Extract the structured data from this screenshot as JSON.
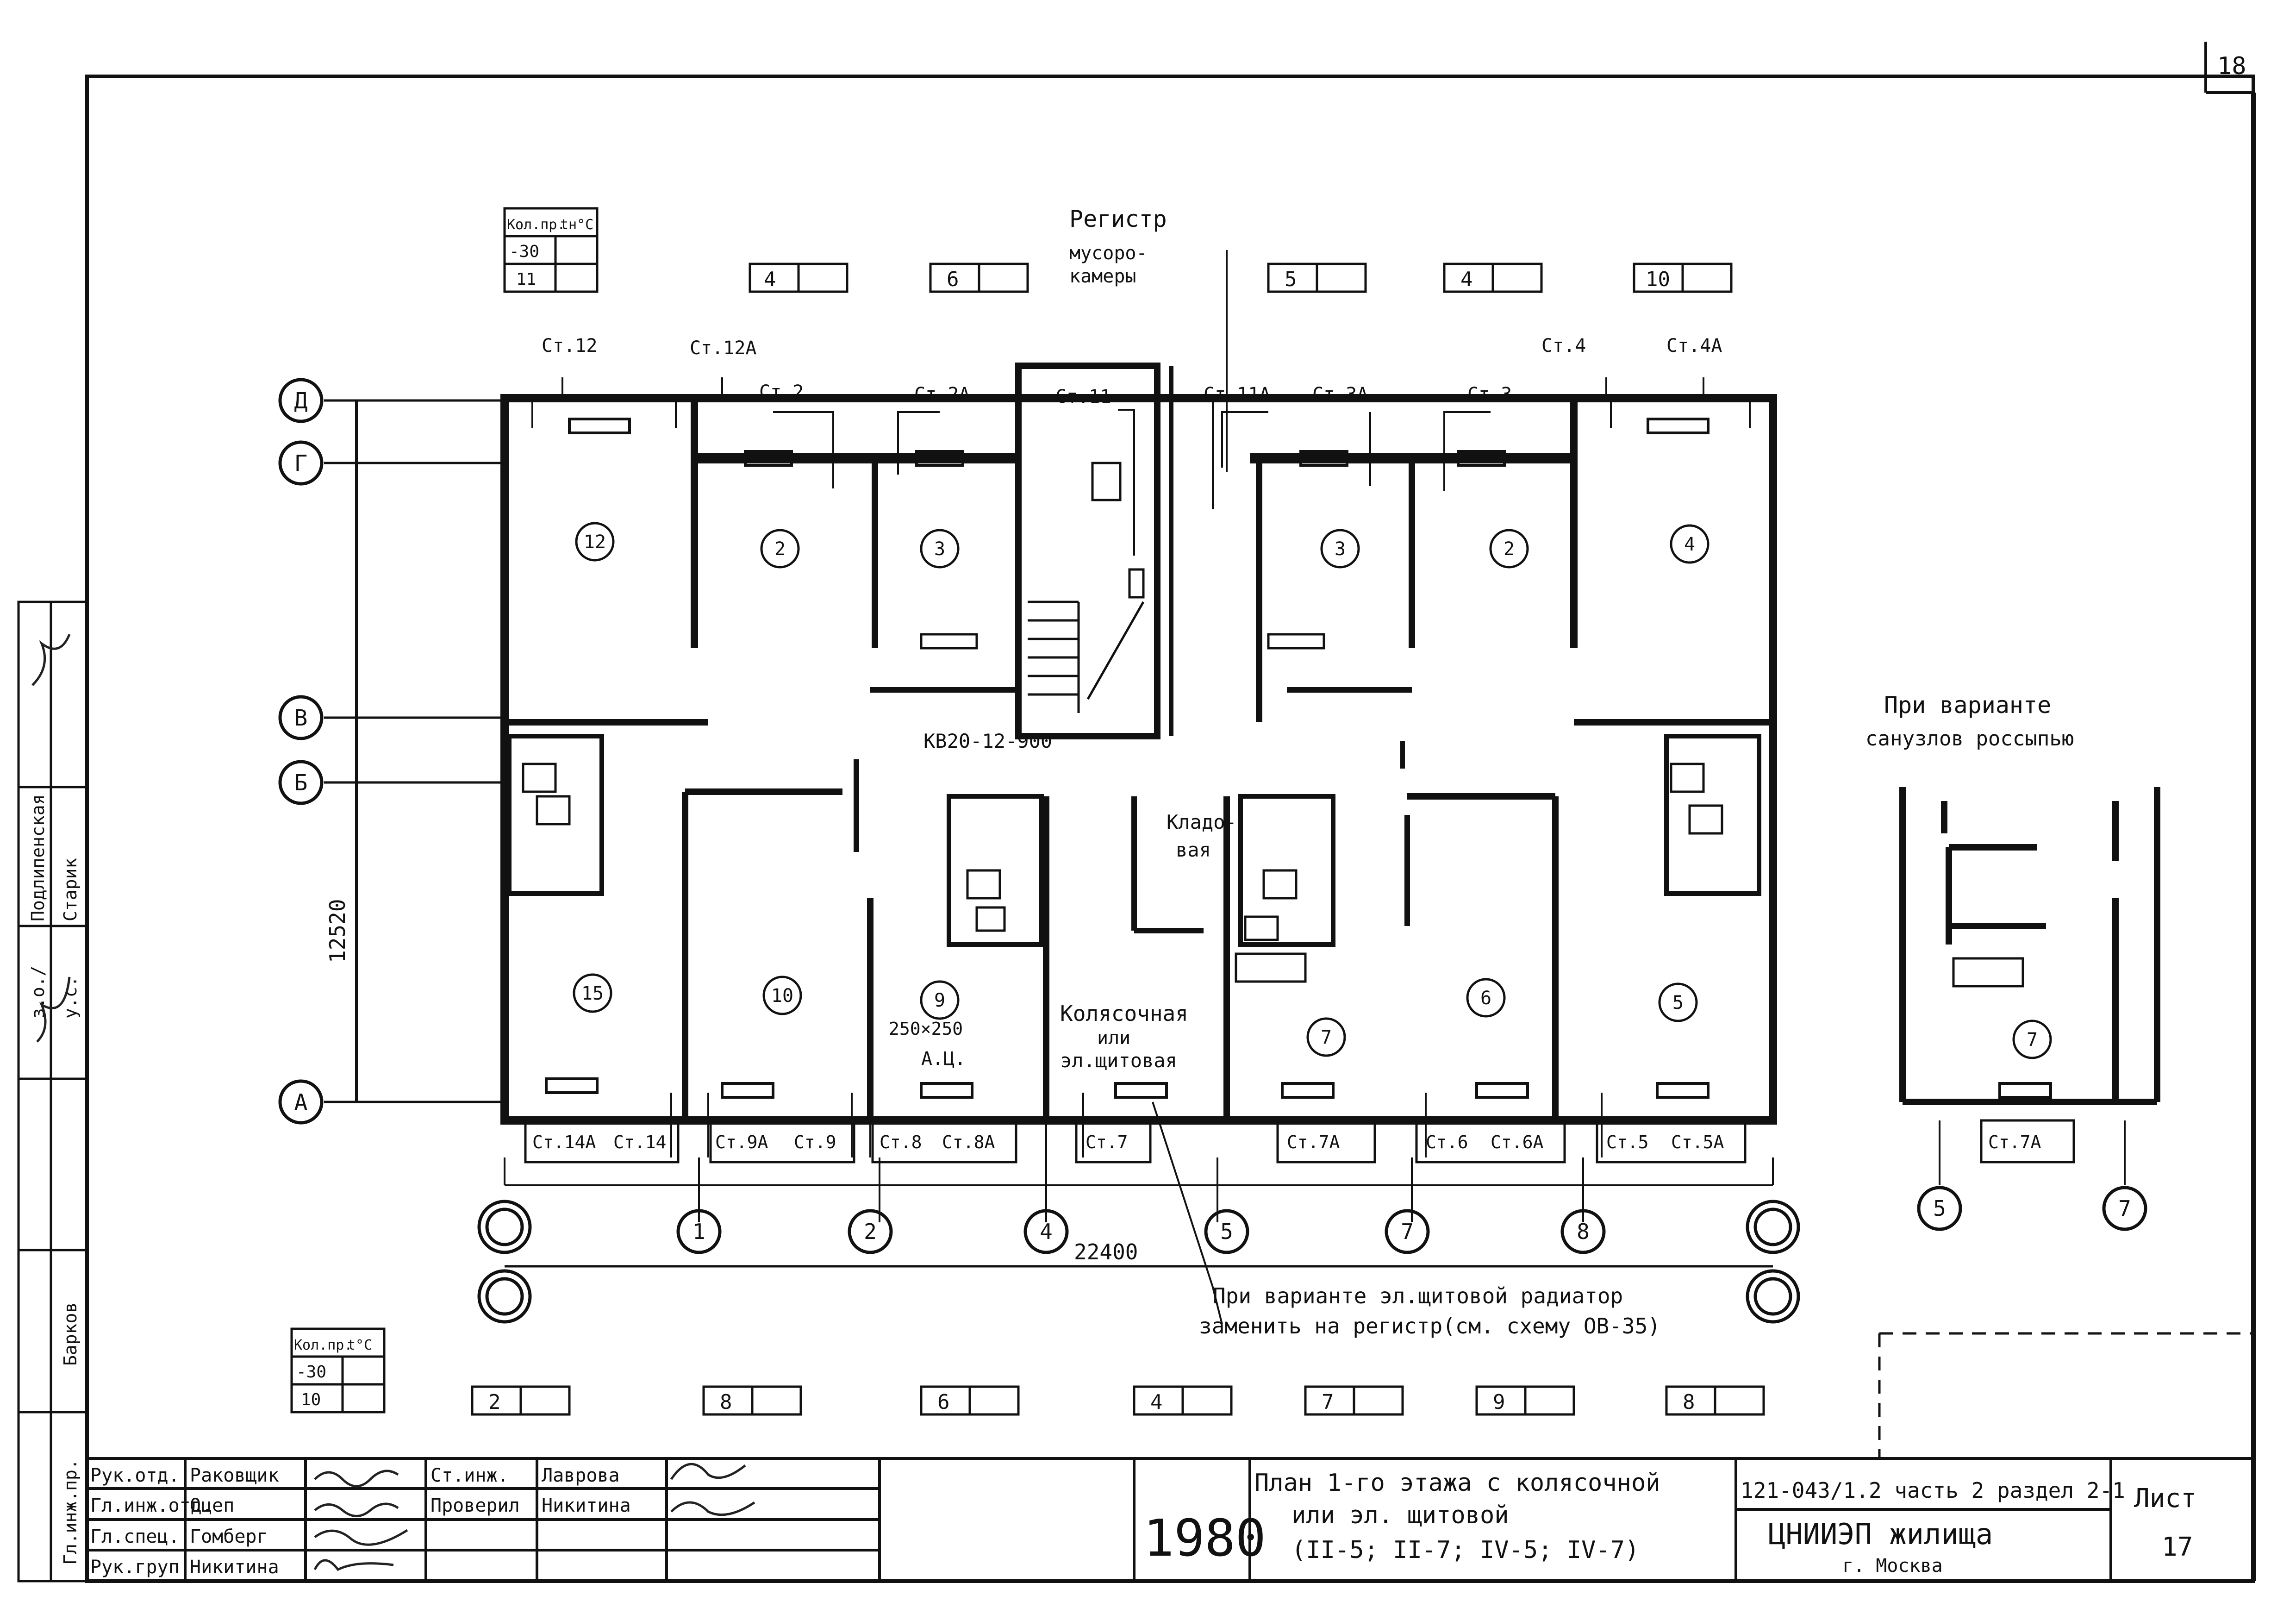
{
  "sheet_corner_number": "18",
  "register_label": {
    "line1": "Регистр",
    "line2": "мусоро-",
    "line3": "камеры"
  },
  "stair_label": "КВ20-12-900",
  "storage_label": {
    "line1": "Кладо-",
    "line2": "вая"
  },
  "stroller_label": {
    "line1": "Колясочная",
    "line2": "или",
    "line3": "эл.щитовая"
  },
  "duct_label": {
    "size": "250×250",
    "name": "А.Ц."
  },
  "dimension_height": "12520",
  "dimension_width": "22400",
  "note_text": {
    "line1": "При варианте эл.щитовой радиатор",
    "line2": "заменить на регистр(см. схему ОВ-35)"
  },
  "variant_title": {
    "line1": "При варианте",
    "line2": "санузлов россыпью"
  },
  "temp_table_top": {
    "h1": "Кол.пр.",
    "h2": "tн°С",
    "temp": "-30",
    "count": "11"
  },
  "temp_table_bottom": {
    "h1": "Кол.пр.",
    "h2": "t°С",
    "temp": "-30",
    "count": "10"
  },
  "axis_rows": [
    "Д",
    "Г",
    "В",
    "Б",
    "А"
  ],
  "axis_cols": [
    "1",
    "2",
    "4",
    "5",
    "7",
    "8"
  ],
  "variant_axes": [
    "5",
    "7"
  ],
  "room_numbers": [
    "12",
    "2",
    "3",
    "3",
    "2",
    "4",
    "15",
    "10",
    "9",
    "7",
    "6",
    "5",
    "7"
  ],
  "top_boxes": [
    "4",
    "6",
    "5",
    "4",
    "10"
  ],
  "bottom_boxes": [
    "2",
    "8",
    "6",
    "4",
    "7",
    "9",
    "8"
  ],
  "riser_labels_top": [
    "Ст.12",
    "Ст.12А",
    "Ст.2",
    "Ст.2А",
    "Ст.11",
    "Ст.11А",
    "Ст.3А",
    "Ст.3",
    "Ст.4",
    "Ст.4А"
  ],
  "riser_labels_bottom": [
    "Ст.14А",
    "Ст.14",
    "Ст.9А",
    "Ст.9",
    "Ст.8",
    "Ст.8А",
    "Ст.7",
    "Ст.7А",
    "Ст.6",
    "Ст.6А",
    "Ст.5",
    "Ст.5А"
  ],
  "variant_riser": "Ст.7А",
  "side_stamp": {
    "r1": "з.о./",
    "r1b": "Подлипенская",
    "r2": "у.с.",
    "r2b": "Старик",
    "r3": "Барков",
    "r4": "Гл.инж.пр."
  },
  "title_block": {
    "roles": [
      "Рук.отд.",
      "Гл.инж.отд.",
      "Гл.спец.",
      "Рук.груп."
    ],
    "names": [
      "Раковщик",
      "Оцеп",
      "Гомберг",
      "Никитина"
    ],
    "roles2": [
      "Ст.инж.",
      "Проверил"
    ],
    "names2": [
      "Лаврова",
      "Никитина"
    ],
    "year": "1980",
    "title_line1": "План 1-го этажа с колясочной",
    "title_line2": "или эл. щитовой",
    "title_line3": "(II-5; II-7; IV-5; IV-7)",
    "code": "121-043/1.2 часть 2 раздел 2-1",
    "org": "ЦНИИЭП жилища",
    "city": "г. Москва",
    "sheet_label": "Лист",
    "sheet_number": "17"
  },
  "colors": {
    "ink": "#111111",
    "paper": "#ffffff"
  }
}
